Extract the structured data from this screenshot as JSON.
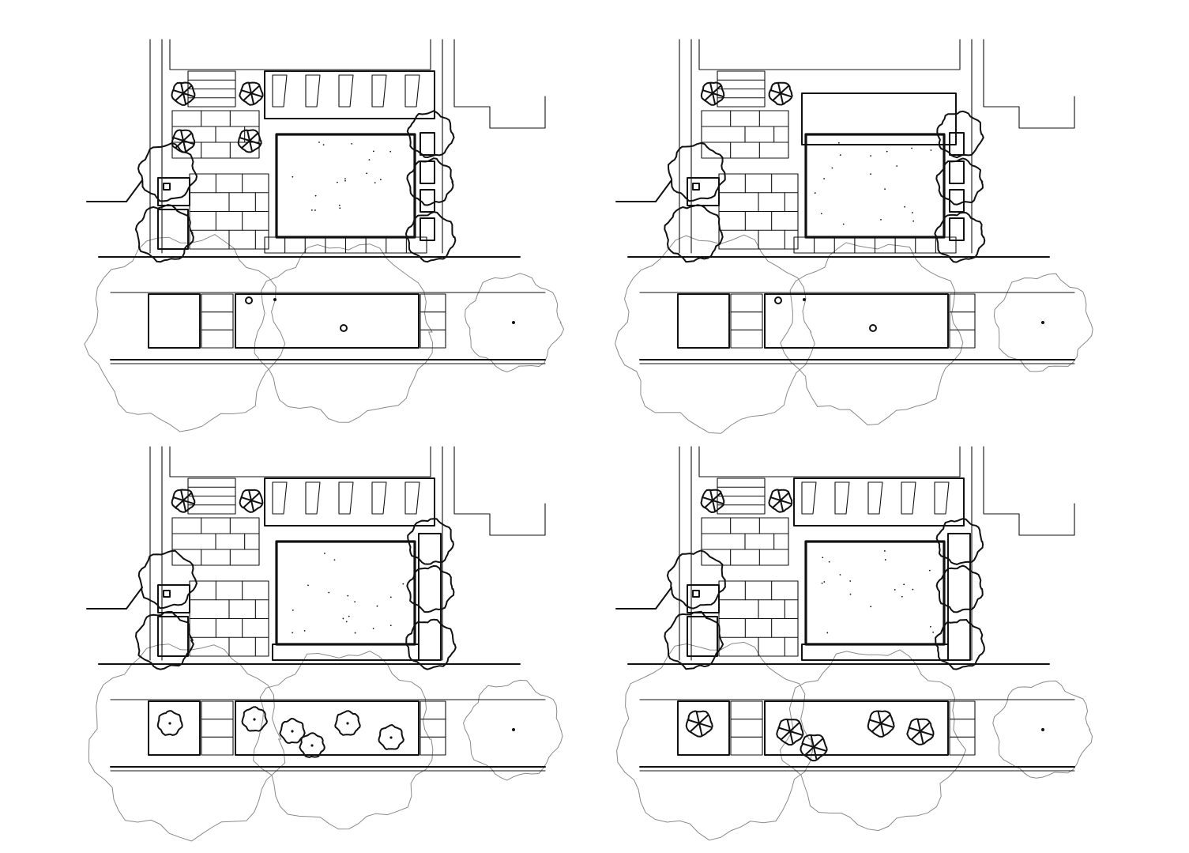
{
  "sheet": {
    "background": "#ffffff",
    "ink_color": "#111111",
    "faint_color": "#8a8a8a",
    "hatch_color": "#9a9a9a"
  },
  "plans": [
    {
      "id": "plan-option-1",
      "upper_front_bed": "paving",
      "planter_planting": "none",
      "right_side_bed": "planter-boxes",
      "lawn_border": "paving"
    },
    {
      "id": "plan-option-2",
      "upper_front_bed": "hatched-bed",
      "planter_planting": "none",
      "right_side_bed": "planter-boxes",
      "lawn_border": "paving"
    },
    {
      "id": "plan-option-3",
      "upper_front_bed": "paving",
      "planter_planting": "shrubs",
      "right_side_bed": "hatched-bed",
      "lawn_border": "hatched-bed"
    },
    {
      "id": "plan-option-4",
      "upper_front_bed": "paving",
      "planter_planting": "trees",
      "right_side_bed": "hatched-bed",
      "lawn_border": "hatched-bed"
    }
  ]
}
